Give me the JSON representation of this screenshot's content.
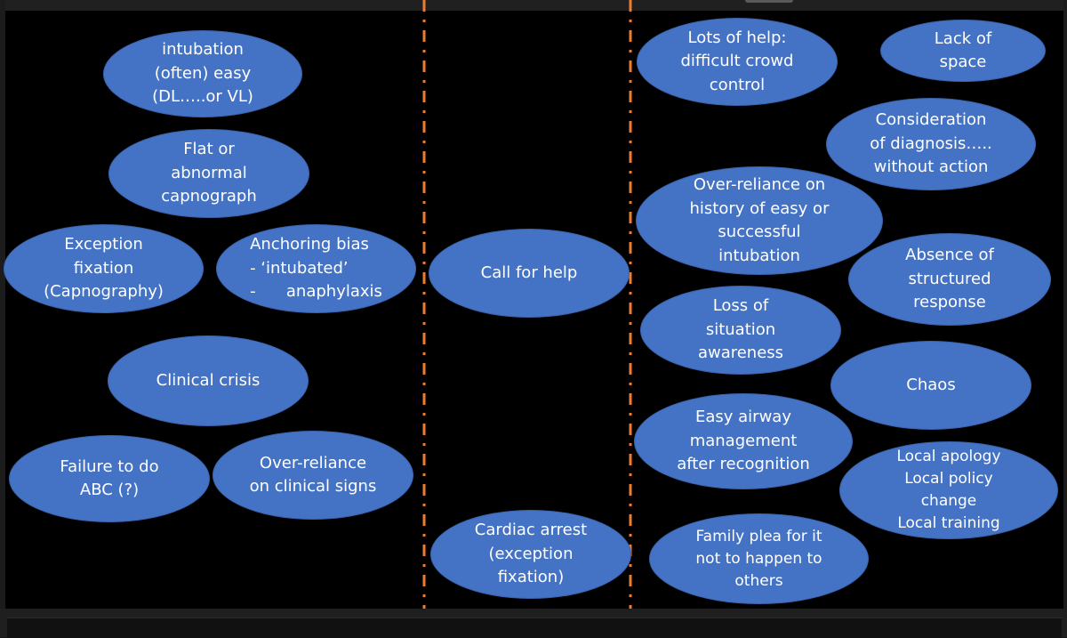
{
  "colors": {
    "bubble_fill": "#4472c4",
    "bubble_text": "#ffffff",
    "background": "#000000",
    "divider": "#ed7d31"
  },
  "diagram": {
    "left_column": [
      {
        "id": "intubation-easy",
        "text": "intubation\n(often) easy\n(DL…..or VL)"
      },
      {
        "id": "flat-capnograph",
        "text": "Flat or\nabnormal\ncapnograph"
      },
      {
        "id": "exception-fixation-capnography",
        "text": "Exception\nfixation\n(Capnography)"
      },
      {
        "id": "anchoring-bias",
        "text": "Anchoring bias\n- ‘intubated’\n-      anaphylaxis"
      },
      {
        "id": "clinical-crisis",
        "text": "Clinical crisis"
      },
      {
        "id": "failure-abc",
        "text": "Failure to do\nABC (?)"
      },
      {
        "id": "over-reliance-clinical-signs",
        "text": "Over-reliance\non clinical signs"
      }
    ],
    "middle_column": [
      {
        "id": "call-for-help",
        "text": "Call for help"
      },
      {
        "id": "cardiac-arrest",
        "text": "Cardiac arrest\n(exception\nfixation)"
      }
    ],
    "right_column": [
      {
        "id": "lots-of-help",
        "text": "Lots of help:\ndifficult crowd\ncontrol"
      },
      {
        "id": "lack-of-space",
        "text": "Lack of\nspace"
      },
      {
        "id": "consideration-diagnosis",
        "text": "Consideration\nof diagnosis…..\nwithout action"
      },
      {
        "id": "over-reliance-history",
        "text": "Over-reliance on\nhistory of easy or\nsuccessful\nintubation"
      },
      {
        "id": "absence-structured-response",
        "text": "Absence of\nstructured\nresponse"
      },
      {
        "id": "loss-situation-awareness",
        "text": "Loss of\nsituation\nawareness"
      },
      {
        "id": "chaos",
        "text": "Chaos"
      },
      {
        "id": "easy-airway-management",
        "text": "Easy airway\nmanagement\nafter recognition"
      },
      {
        "id": "local-apology",
        "text": "Local apology\nLocal policy\nchange\nLocal training"
      },
      {
        "id": "family-plea",
        "text": "Family plea for it\nnot to happen to\nothers"
      }
    ]
  }
}
